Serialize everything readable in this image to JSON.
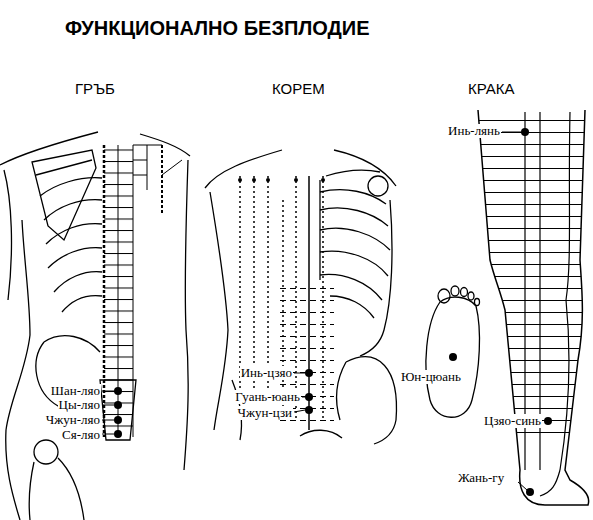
{
  "diagram": {
    "title": "ФУНКЦИОНАЛНО БЕЗПЛОДИЕ",
    "labels": [
      "ГРЪБ",
      "КОРЕМ",
      "КРАКА",
      "Шан-ляо",
      "Цы-ляо",
      "Чжун-ляо",
      "Ся-ляо",
      "Инь-цзяо",
      "Гуань-юань",
      "Чжун-цзи",
      "Инь-лянь",
      "Юн-цюань",
      "Цзяо-синь",
      "Жань-гу"
    ]
  }
}
